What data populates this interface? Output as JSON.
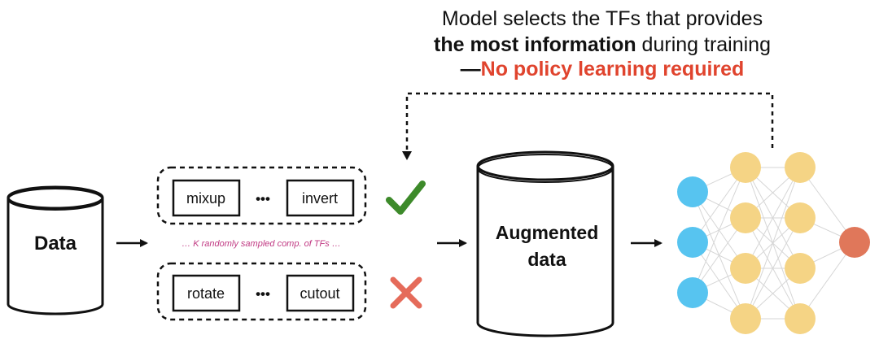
{
  "caption": {
    "line1": "Model selects the TFs that provides",
    "line2_bold": "the most information",
    "line2_rest": " during training",
    "line3_dash": "—",
    "line3_red": "No policy learning required"
  },
  "data_cylinder": {
    "label": "Data"
  },
  "augmented_cylinder": {
    "label_line1": "Augmented",
    "label_line2": "data"
  },
  "sampled_note": "… K randomly sampled comp. of TFs …",
  "tf_group_top": {
    "first": "mixup",
    "ellipsis": "•••",
    "last": "invert",
    "status": "accepted"
  },
  "tf_group_bottom": {
    "first": "rotate",
    "ellipsis": "•••",
    "last": "cutout",
    "status": "rejected"
  },
  "colors": {
    "accent_red": "#e0442e",
    "check_green": "#3d8a2a",
    "cross_red": "#e56b5a",
    "note_pink": "#c13a83",
    "input_neuron": "#57c4f0",
    "hidden_neuron": "#f5d485",
    "output_neuron": "#e0775a"
  }
}
